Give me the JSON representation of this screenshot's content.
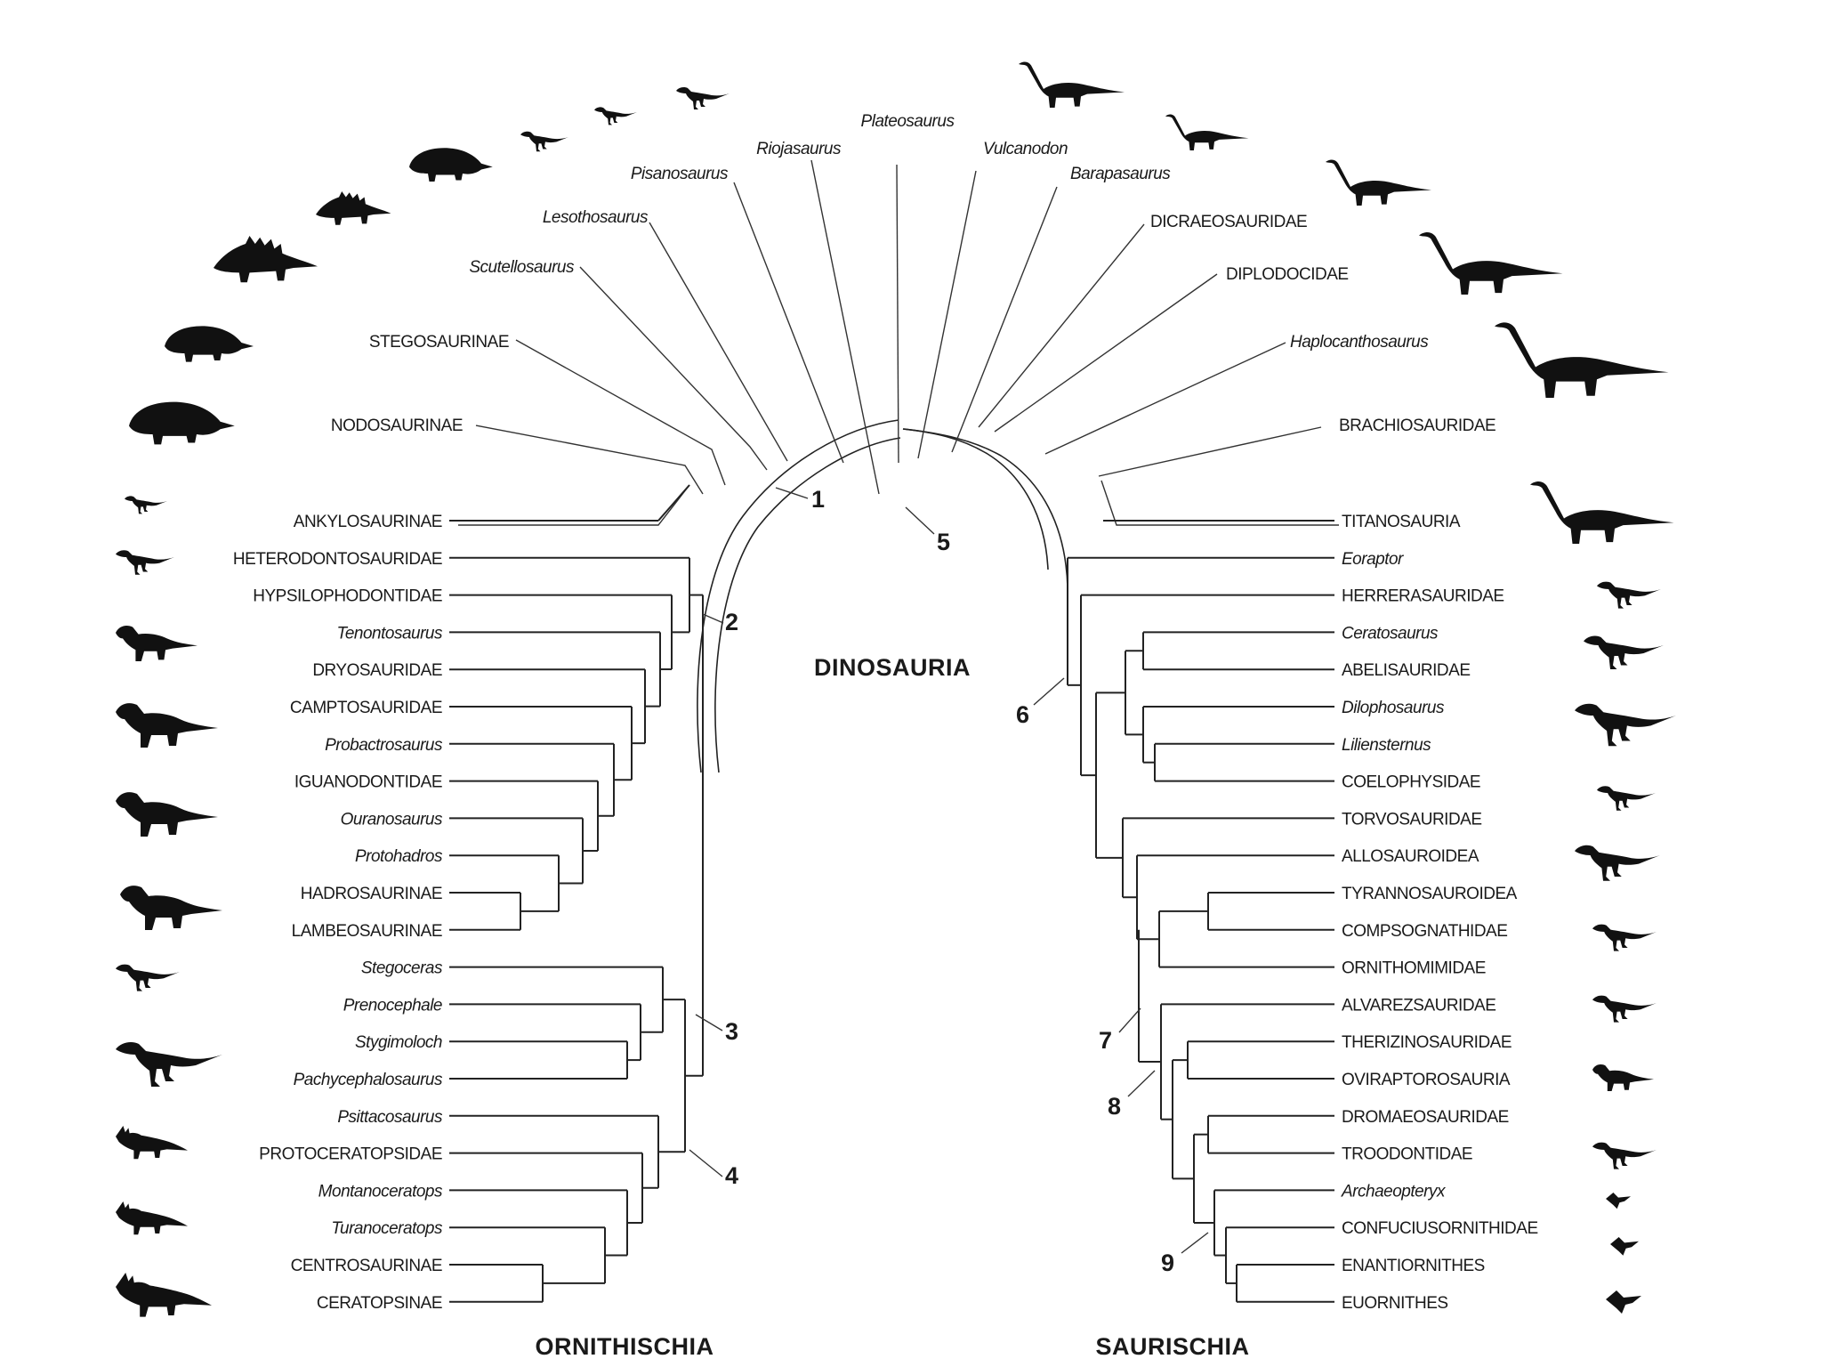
{
  "titles": {
    "center": "DINOSAURIA",
    "left": "ORNITHISCHIA",
    "right": "SAURISCHIA"
  },
  "node_numbers": [
    "1",
    "2",
    "3",
    "4",
    "5",
    "6",
    "7",
    "8",
    "9"
  ],
  "left_taxa": [
    {
      "name": "ANKYLOSAURINAE",
      "italic": false
    },
    {
      "name": "HETERODONTOSAURIDAE",
      "italic": false
    },
    {
      "name": "HYPSILOPHODONTIDAE",
      "italic": false
    },
    {
      "name": "Tenontosaurus",
      "italic": true
    },
    {
      "name": "DRYOSAURIDAE",
      "italic": false
    },
    {
      "name": "CAMPTOSAURIDAE",
      "italic": false
    },
    {
      "name": "Probactrosaurus",
      "italic": true
    },
    {
      "name": "IGUANODONTIDAE",
      "italic": false
    },
    {
      "name": "Ouranosaurus",
      "italic": true
    },
    {
      "name": "Protohadros",
      "italic": true
    },
    {
      "name": "HADROSAURINAE",
      "italic": false
    },
    {
      "name": "LAMBEOSAURINAE",
      "italic": false
    },
    {
      "name": "Stegoceras",
      "italic": true
    },
    {
      "name": "Prenocephale",
      "italic": true
    },
    {
      "name": "Stygimoloch",
      "italic": true
    },
    {
      "name": "Pachycephalosaurus",
      "italic": true
    },
    {
      "name": "Psittacosaurus",
      "italic": true
    },
    {
      "name": "PROTOCERATOPSIDAE",
      "italic": false
    },
    {
      "name": "Montanoceratops",
      "italic": true
    },
    {
      "name": "Turanoceratops",
      "italic": true
    },
    {
      "name": "CENTROSAURINAE",
      "italic": false
    },
    {
      "name": "CERATOPSINAE",
      "italic": false
    }
  ],
  "right_taxa": [
    {
      "name": "TITANOSAURIA",
      "italic": false
    },
    {
      "name": "Eoraptor",
      "italic": true
    },
    {
      "name": "HERRERASAURIDAE",
      "italic": false
    },
    {
      "name": "Ceratosaurus",
      "italic": true
    },
    {
      "name": "ABELISAURIDAE",
      "italic": false
    },
    {
      "name": "Dilophosaurus",
      "italic": true
    },
    {
      "name": "Liliensternus",
      "italic": true
    },
    {
      "name": "COELOPHYSIDAE",
      "italic": false
    },
    {
      "name": "TORVOSAURIDAE",
      "italic": false
    },
    {
      "name": "ALLOSAUROIDEA",
      "italic": false
    },
    {
      "name": "TYRANNOSAUROIDEA",
      "italic": false
    },
    {
      "name": "COMPSOGNATHIDAE",
      "italic": false
    },
    {
      "name": "ORNITHOMIMIDAE",
      "italic": false
    },
    {
      "name": "ALVAREZSAURIDAE",
      "italic": false
    },
    {
      "name": "THERIZINOSAURIDAE",
      "italic": false
    },
    {
      "name": "OVIRAPTOROSAURIA",
      "italic": false
    },
    {
      "name": "DROMAEOSAURIDAE",
      "italic": false
    },
    {
      "name": "TROODONTIDAE",
      "italic": false
    },
    {
      "name": "Archaeopteryx",
      "italic": true
    },
    {
      "name": "CONFUCIUSORNITHIDAE",
      "italic": false
    },
    {
      "name": "ENANTIORNITHES",
      "italic": false
    },
    {
      "name": "EUORNITHES",
      "italic": false
    }
  ],
  "top_taxa": [
    {
      "name": "NODOSAURINAE",
      "italic": false
    },
    {
      "name": "STEGOSAURINAE",
      "italic": false
    },
    {
      "name": "Scutellosaurus",
      "italic": true
    },
    {
      "name": "Lesothosaurus",
      "italic": true
    },
    {
      "name": "Pisanosaurus",
      "italic": true
    },
    {
      "name": "Riojasaurus",
      "italic": true
    },
    {
      "name": "Plateosaurus",
      "italic": true
    },
    {
      "name": "Vulcanodon",
      "italic": true
    },
    {
      "name": "Barapasaurus",
      "italic": true
    },
    {
      "name": "DICRAEOSAURIDAE",
      "italic": false
    },
    {
      "name": "DIPLODOCIDAE",
      "italic": false
    },
    {
      "name": "Haplocanthosaurus",
      "italic": true
    },
    {
      "name": "BRACHIOSAURIDAE",
      "italic": false
    }
  ],
  "silhouettes": [
    "ankylosaur-nodosaur-icon",
    "ankylosaur-icon",
    "stegosaur-icon",
    "stegosaur-small-icon",
    "scelidosaur-icon",
    "lesothosaur-icon",
    "small-ornithischian-icon",
    "prosauropod-icon",
    "plateosaur-icon",
    "vulcanodon-icon",
    "barapasaur-icon",
    "dicraeosaur-icon",
    "diplodocid-icon",
    "brachiosaur-icon",
    "titanosaur-icon",
    "heterodontosaur-icon",
    "hypsilophodont-icon",
    "tenontosaur-icon",
    "iguanodont-icon",
    "ouranosaur-icon",
    "hadrosaur-icon",
    "lambeosaur-icon",
    "pachycephalosaur-icon",
    "psittacosaur-icon",
    "protoceratops-icon",
    "centrosaur-icon",
    "triceratops-icon",
    "eoraptor-icon",
    "herrerasaur-icon",
    "ceratosaur-icon",
    "abelisaur-icon",
    "coelophysis-icon",
    "allosaur-icon",
    "tyrannosaur-icon",
    "ornithomimid-icon",
    "therizinosaur-icon",
    "dromaeosaur-icon",
    "archaeopteryx-icon",
    "bird-icon",
    "modern-bird-icon"
  ]
}
